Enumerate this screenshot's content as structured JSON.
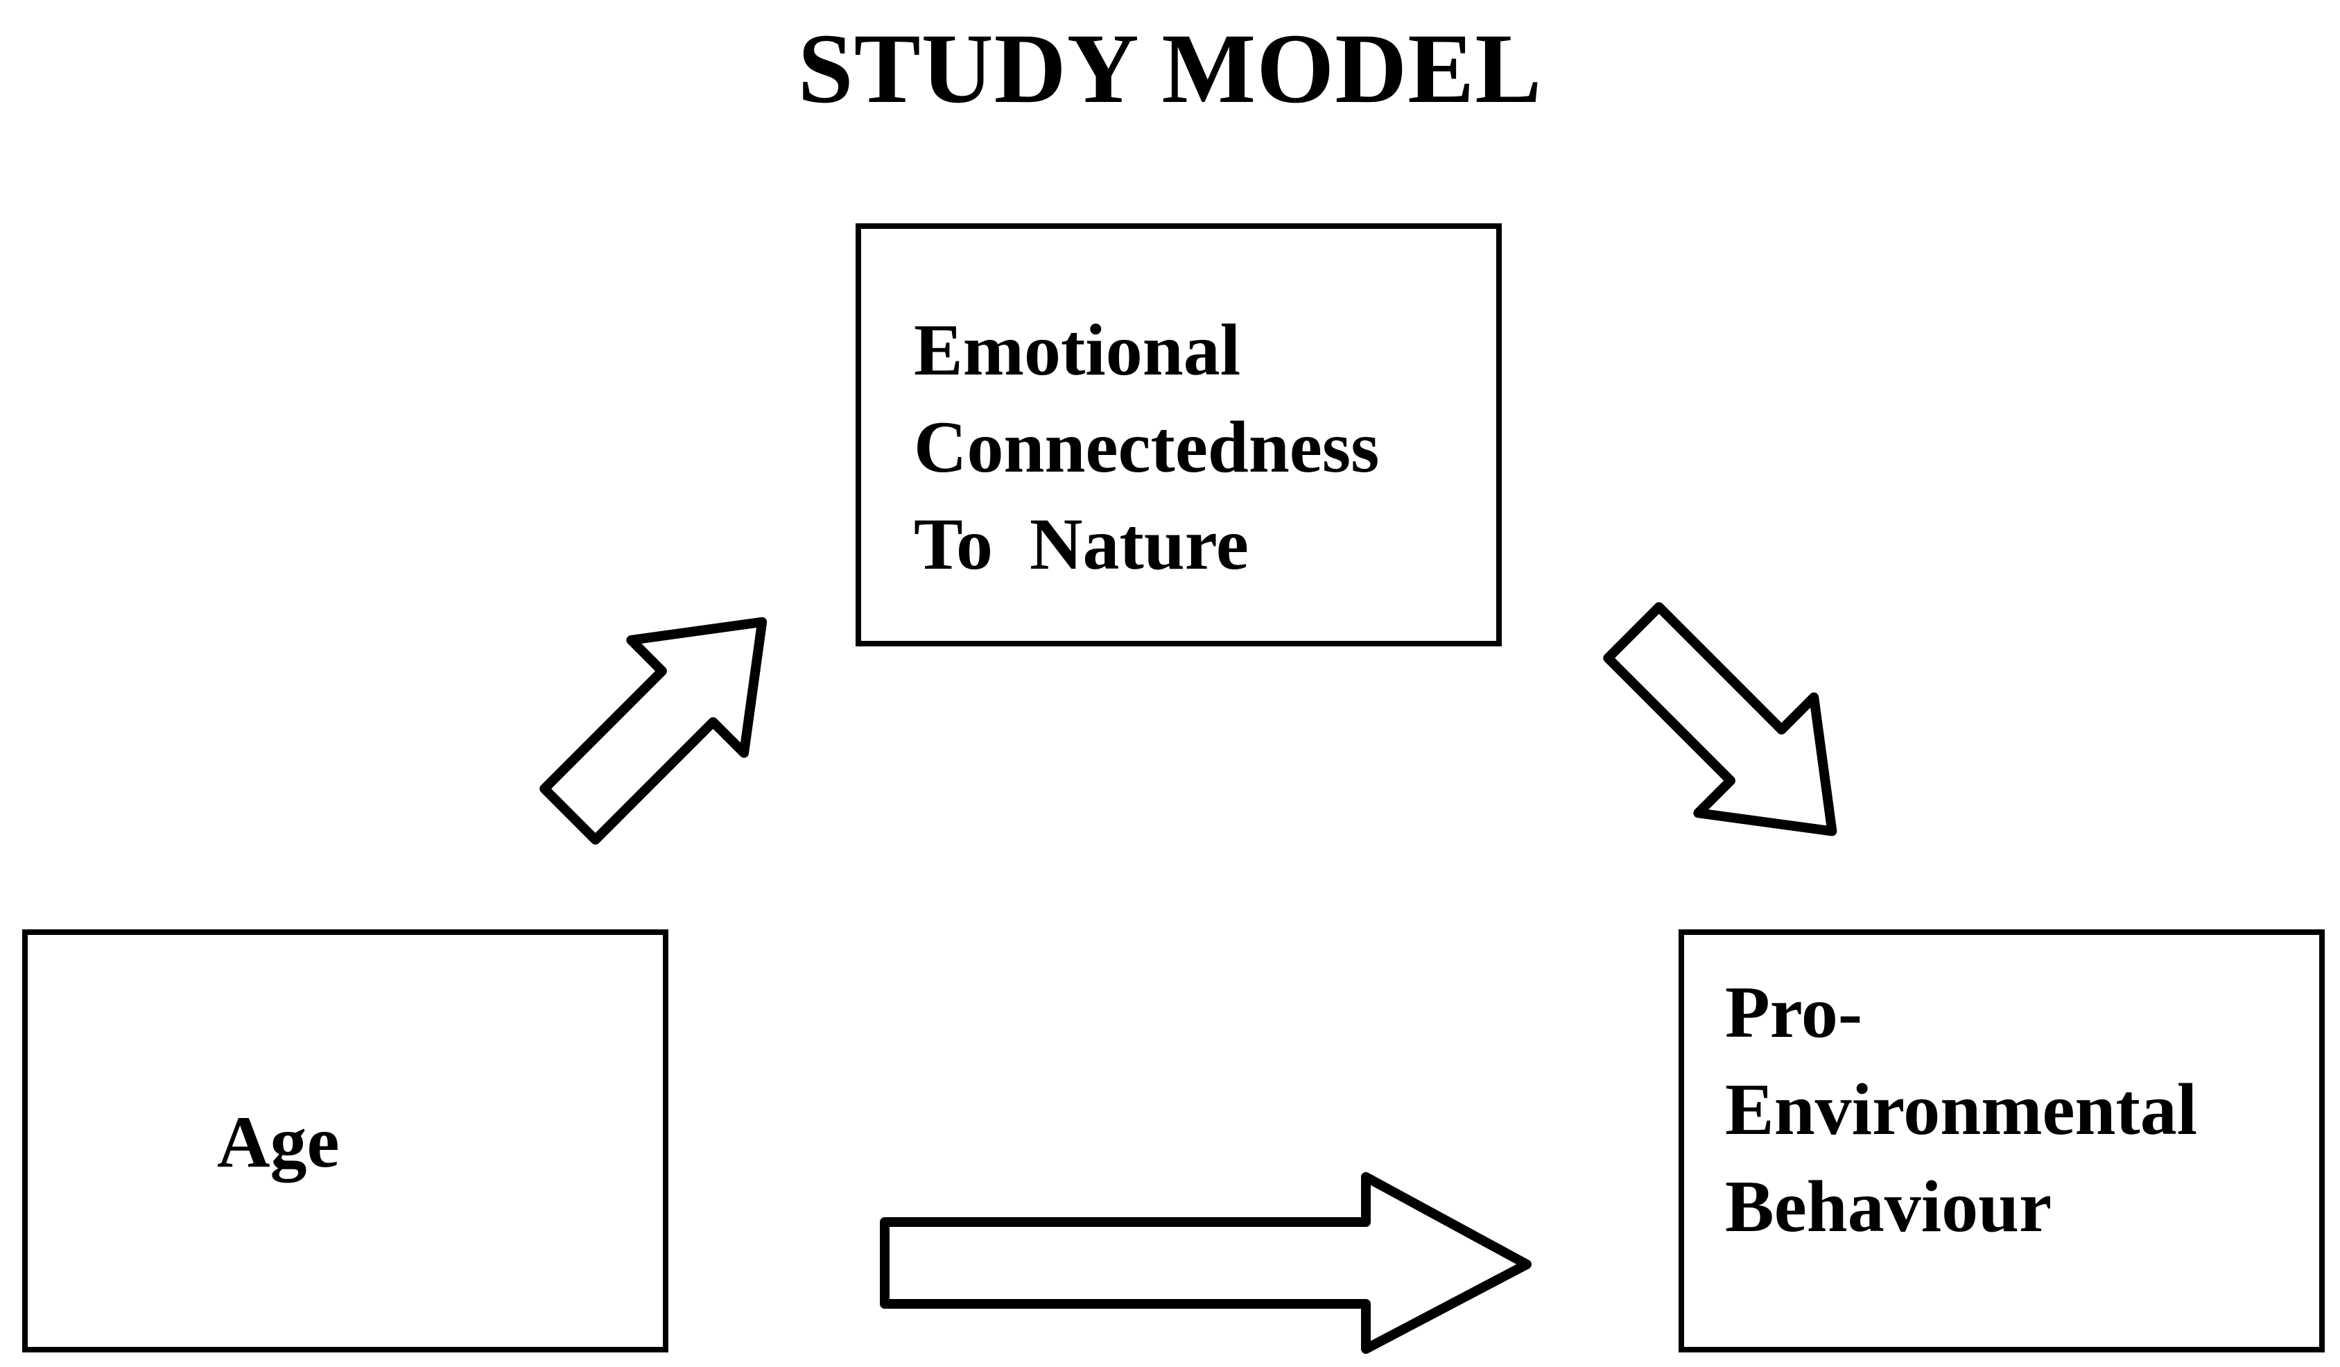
{
  "title": "STUDY MODEL",
  "nodes": {
    "mediator": {
      "lines": [
        "Emotional",
        "Connectedness",
        "To  Nature"
      ]
    },
    "predictor": {
      "lines": [
        "Age"
      ]
    },
    "outcome": {
      "lines": [
        "Pro-",
        "Environmental",
        "Behaviour"
      ]
    }
  },
  "edges": [
    {
      "from": "predictor",
      "to": "mediator"
    },
    {
      "from": "mediator",
      "to": "outcome"
    },
    {
      "from": "predictor",
      "to": "outcome"
    }
  ],
  "colors": {
    "stroke": "#000000",
    "fill": "#ffffff"
  }
}
